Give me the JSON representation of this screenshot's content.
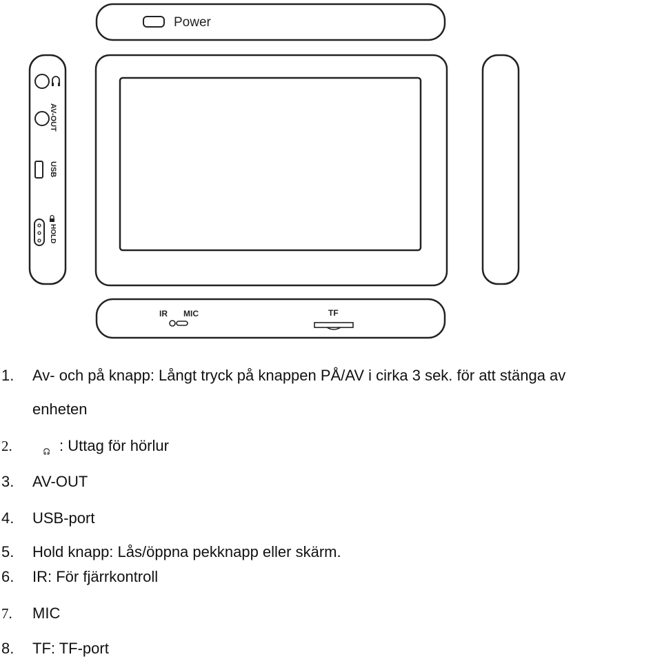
{
  "diagram": {
    "power_label": "Power",
    "av_out_label": "AV-OUT",
    "usb_label": "USB",
    "hold_label": "HOLD",
    "ir_label": "IR",
    "mic_label": "MIC",
    "tf_label": "TF"
  },
  "items": [
    {
      "num": "1.",
      "text": "Av- och på knapp: Långt tryck på knappen PÅ/AV i cirka 3 sek. för att stänga av",
      "cont": "enheten"
    },
    {
      "num": "2.",
      "icon": "headphone-icon",
      "text": ": Uttag för hörlur"
    },
    {
      "num": "3.",
      "text": "AV-OUT"
    },
    {
      "num": "4.",
      "text": "USB-port"
    },
    {
      "num": "5.",
      "text": "Hold knapp: Lås/öppna pekknapp eller skärm."
    },
    {
      "num": "6.",
      "text": "IR: För fjärrkontroll"
    },
    {
      "num": "7.",
      "text": "MIC"
    },
    {
      "num": "8.",
      "text": "TF: TF-port"
    }
  ]
}
